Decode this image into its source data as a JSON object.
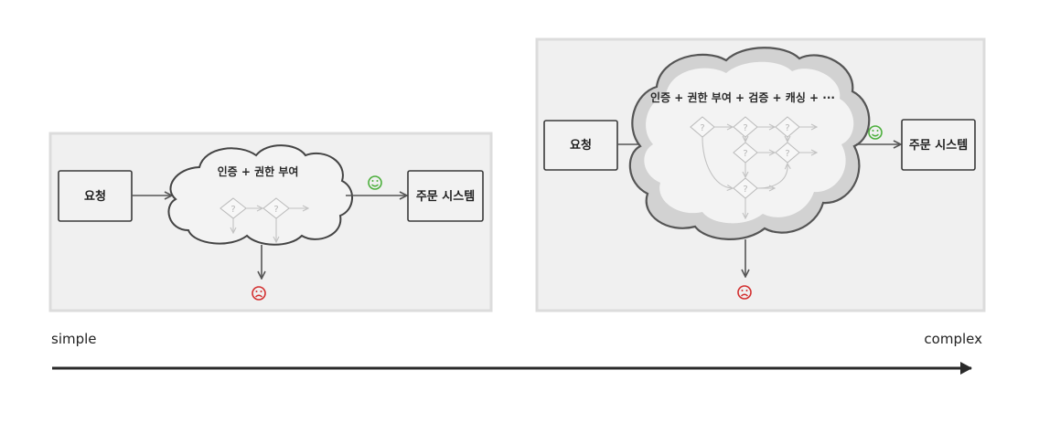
{
  "left_panel": {
    "request_label": "요청",
    "cloud_label": "인증 + 권한 부여",
    "order_label": "주문 시스템",
    "decision_mark": "?"
  },
  "right_panel": {
    "request_label": "요청",
    "cloud_label": "인증 + 권한 부여 + 검증 + 캐싱 + ···",
    "order_label": "주문 시스템",
    "decision_mark": "?"
  },
  "status": {
    "success_color": "#4caf3c",
    "failure_color": "#d32f2f",
    "success_icon": "smiley-icon",
    "failure_icon": "frowny-icon"
  },
  "axis": {
    "start_label": "simple",
    "end_label": "complex"
  }
}
